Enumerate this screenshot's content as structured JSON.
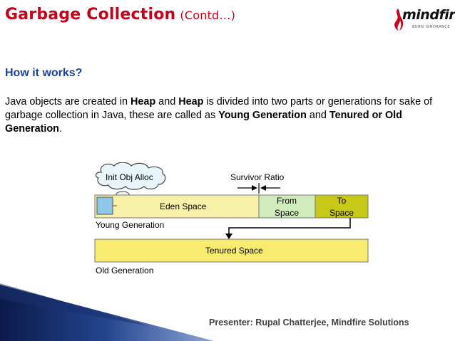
{
  "slide": {
    "title": "Garbage Collection",
    "title_suffix": "(Contd…)",
    "logo_text": "mindfire",
    "logo_tagline": "BURN IGNORANCE",
    "subheading": "How it works?",
    "paragraph": {
      "p1": "Java objects are created in ",
      "b1": "Heap",
      "p2": " and ",
      "b2": "Heap",
      "p3": " is divided into two parts or generations for sake of garbage collection in Java, these are called as ",
      "b3": "Young Generation",
      "p4": " and ",
      "b4": "Tenured or Old Generation",
      "p5": "."
    },
    "presenter": "Presenter: Rupal Chatterjee, Mindfire Solutions",
    "colors": {
      "title": "#c4001a",
      "subheading": "#1f3f9c",
      "eden": "#f8f0a8",
      "survivor_from": "#d0ecbc",
      "survivor_to": "#c8c818",
      "tenured": "#f8ec70",
      "small_box": "#8ec8e8"
    }
  },
  "diagram": {
    "init_label": "Init Obj Alloc",
    "survivor_ratio": "Survivor Ratio",
    "eden": "Eden Space",
    "from_line1": "From",
    "from_line2": "Space",
    "to_line1": "To",
    "to_line2": "Space",
    "young_generation": "Young Generation",
    "tenured": "Tenured Space",
    "old_generation": "Old Generation"
  }
}
